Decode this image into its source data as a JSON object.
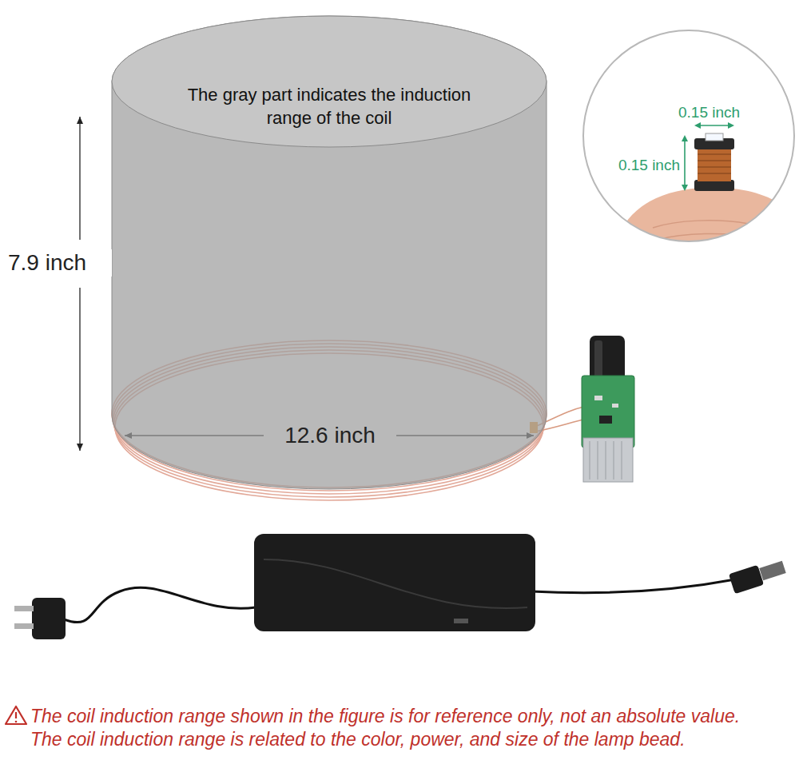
{
  "diagram": {
    "nodes": [
      {
        "text": [
          "The gray part indicates the induction range of the coil"
        ]
      },
      {
        "text": [
          "0.15 inch",
          "0.15 inch"
        ]
      }
    ],
    "labels": [
      "7.9 inch",
      "12.6 inch",
      "The coil induction range shown in the figure is for reference only, not an absolute value. The coil induction range is related to the color, power, and size of the lamp bead."
    ]
  }
}
